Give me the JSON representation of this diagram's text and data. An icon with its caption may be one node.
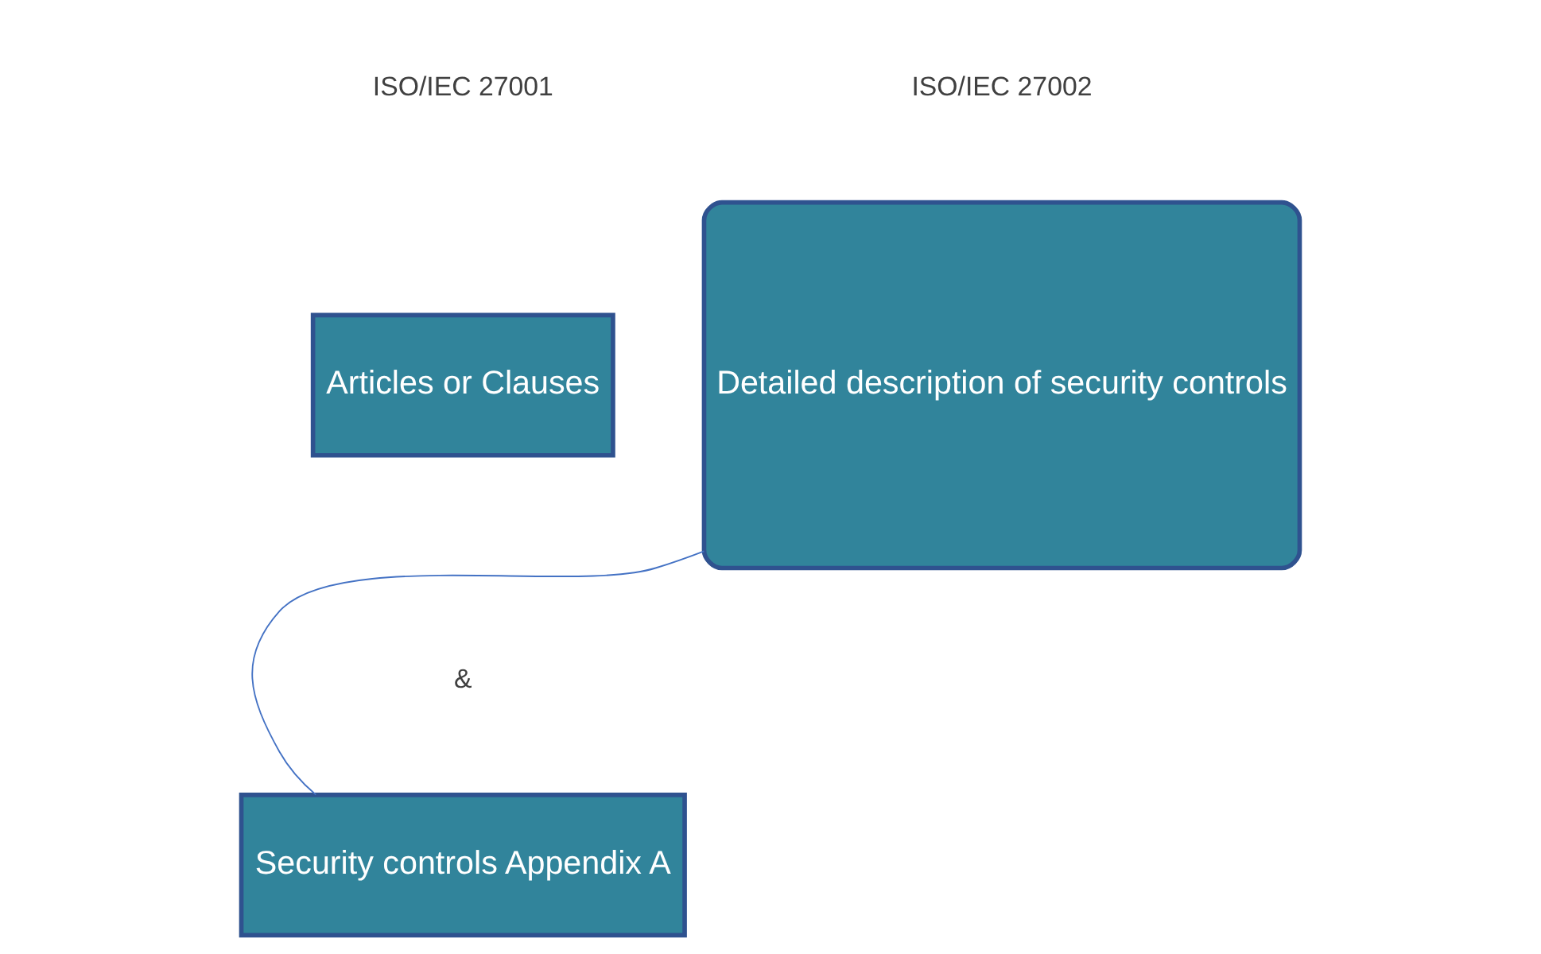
{
  "diagram": {
    "nodes": [
      {
        "text": [
          "Articles or Clauses"
        ]
      },
      {
        "text": [
          "Security controls Appendix A"
        ]
      },
      {
        "text": [
          "Detailed description of security controls"
        ]
      }
    ],
    "edges": [
      {
        "from": 1,
        "to": 2,
        "arrow": "none",
        "color": "#4472c4"
      }
    ],
    "labels": [
      "ISO/IEC 27001",
      "ISO/IEC 27002",
      "&"
    ]
  }
}
